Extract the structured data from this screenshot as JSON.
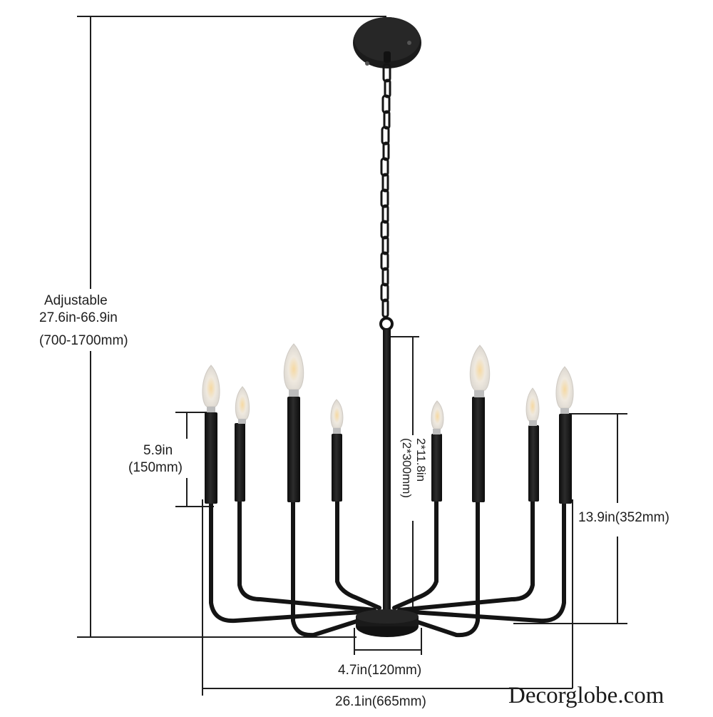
{
  "product": {
    "type": "8-light candle-style chandelier",
    "finish_color": "#161616",
    "bulb_count": 8
  },
  "dimensions": {
    "overall_height": {
      "line1": "Adjustable",
      "line2": "27.6in-66.9in",
      "line3": "(700-1700mm)"
    },
    "candle_sleeve": {
      "line1": "5.9in",
      "line2": "(150mm)"
    },
    "rod_length": {
      "line1": "2*11.8in",
      "line2": "(2*300mm)"
    },
    "body_height": "13.9in(352mm)",
    "base_diameter": "4.7in(120mm)",
    "overall_width": "26.1in(665mm)"
  },
  "watermark": "Decorglobe.com",
  "colors": {
    "line": "#1e1e1e",
    "metal": "#161616",
    "bulb_glass": "#ece8e0",
    "filament": "#f1c77a",
    "background": "#ffffff"
  }
}
